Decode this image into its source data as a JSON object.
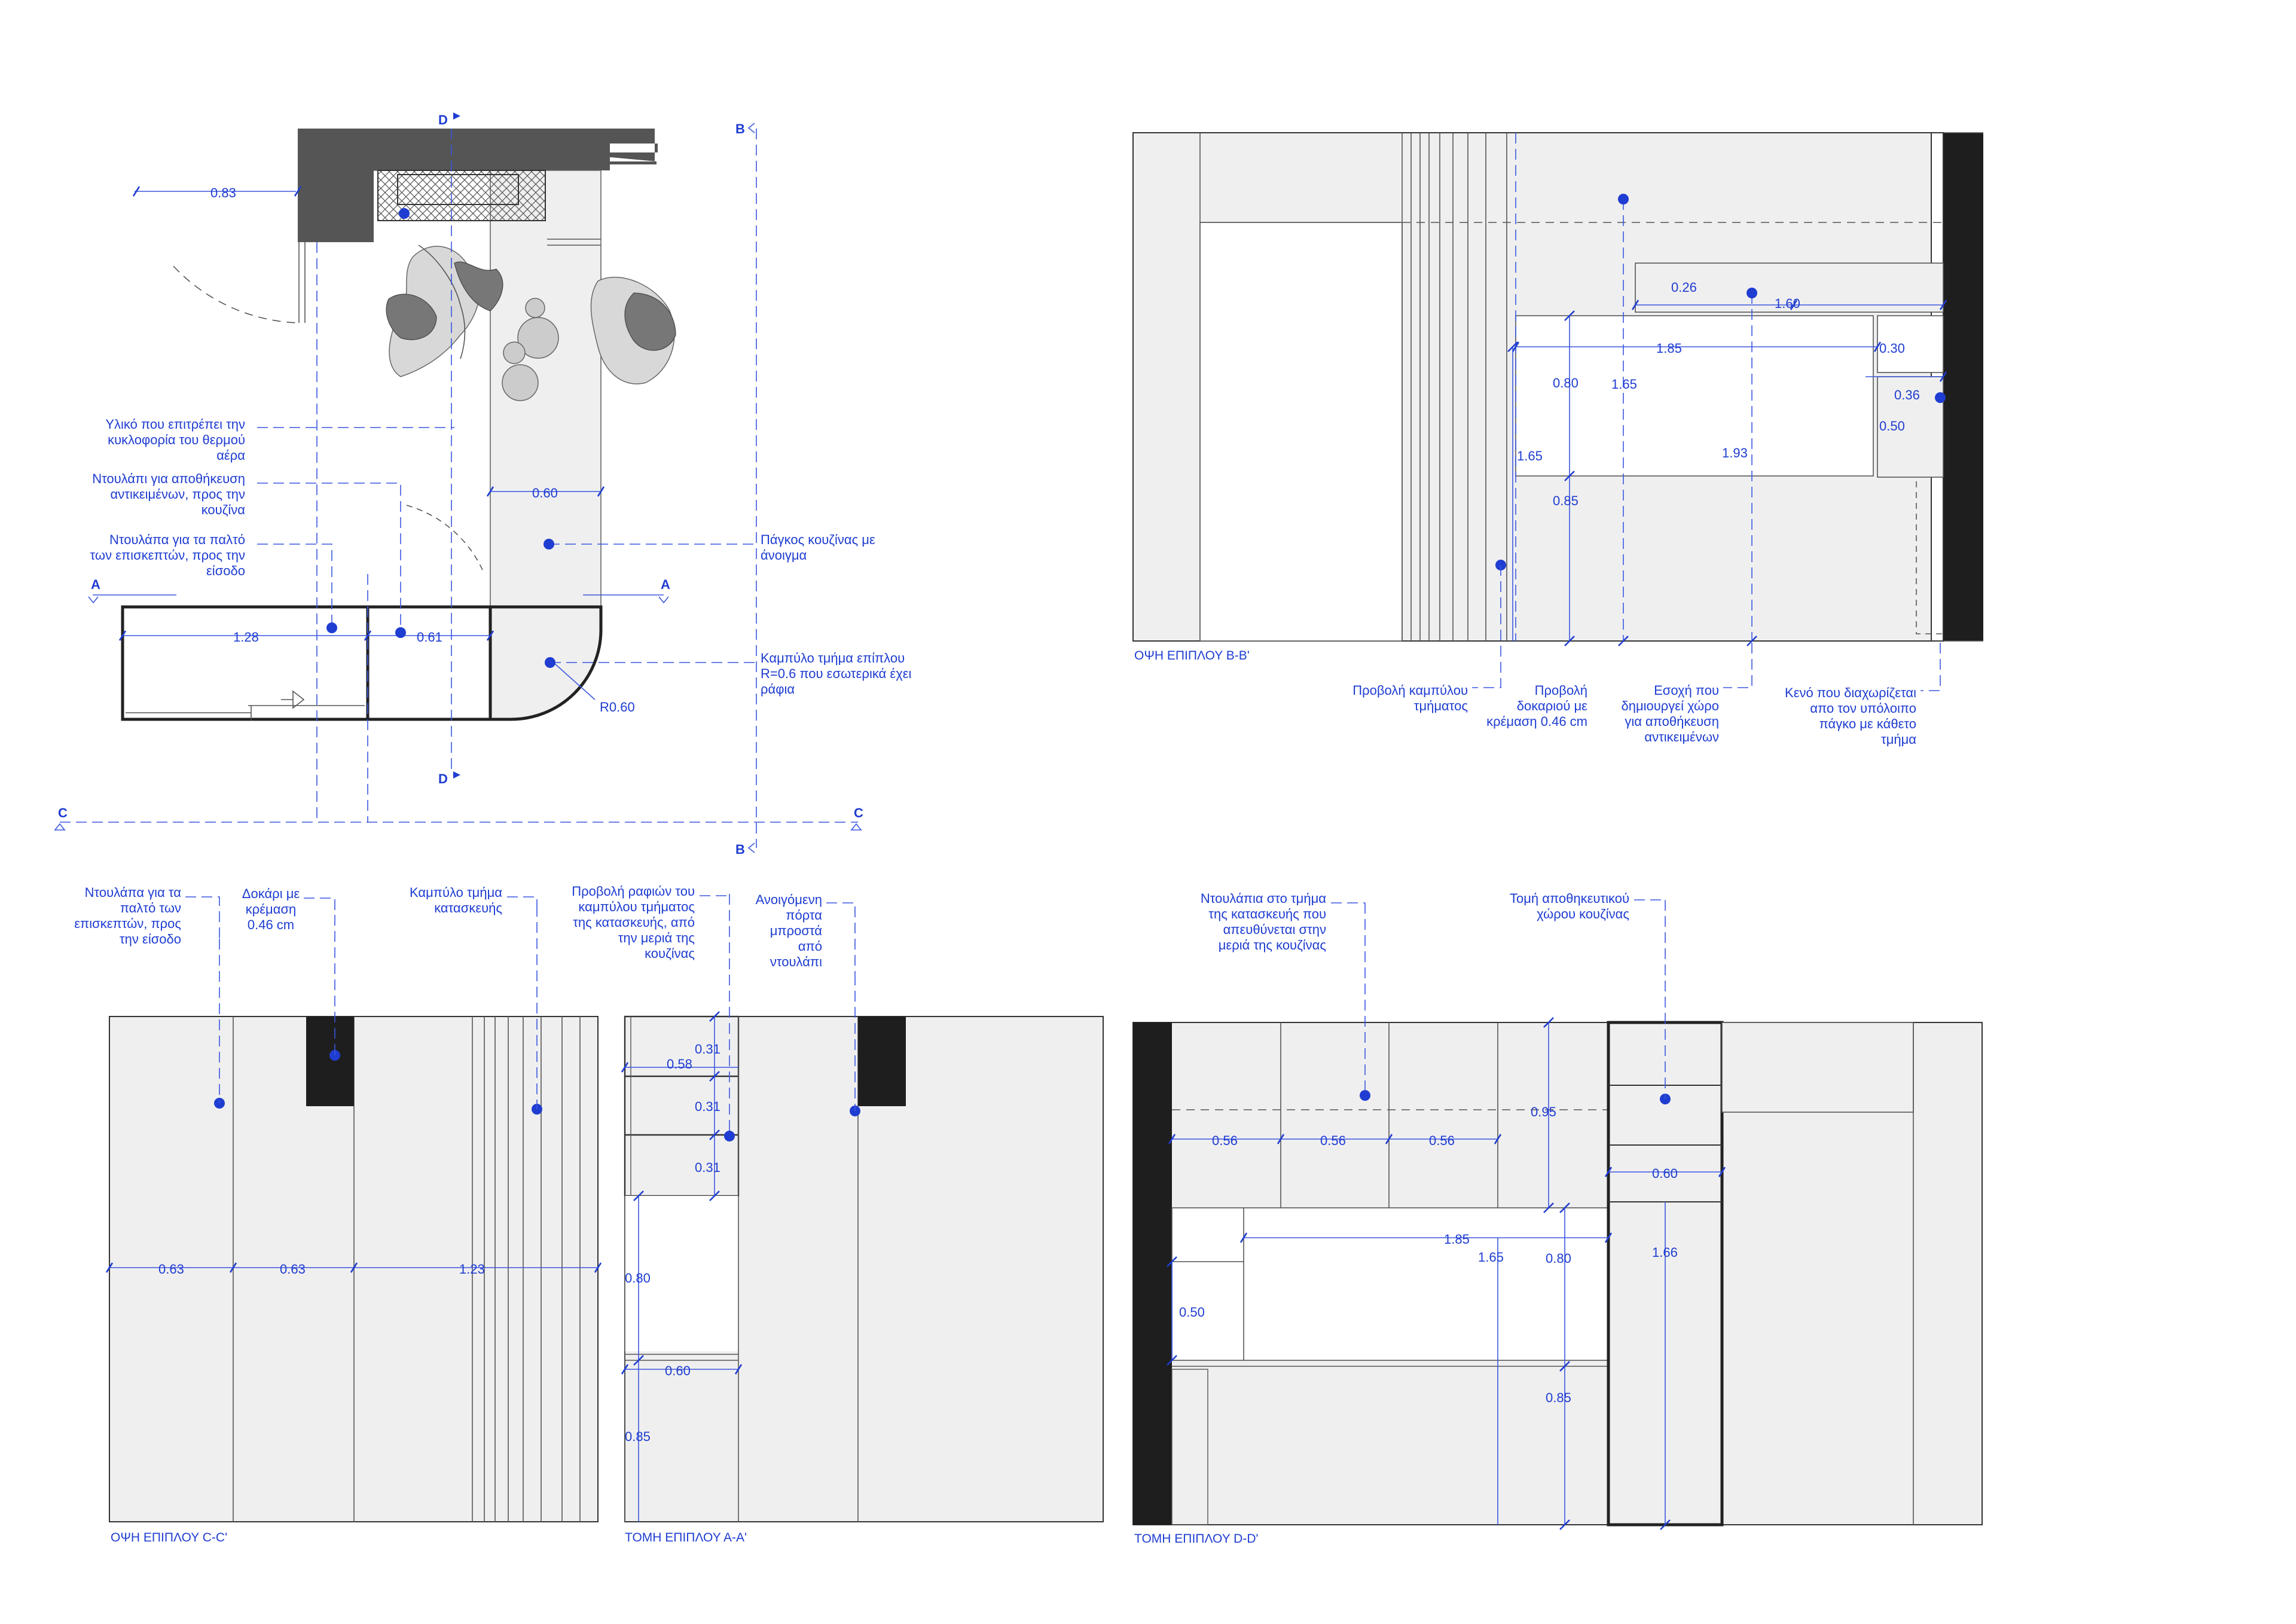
{
  "plan": {
    "section_marks": {
      "a": "A",
      "b": "B",
      "c": "C",
      "d": "D"
    },
    "dims": {
      "door": "0.83",
      "counter": "0.60",
      "bench": "1.28",
      "cab": "0.61",
      "radius": "R0.60"
    },
    "notes": [
      [
        "Υλικό που επιτρέπει την",
        "κυκλοφορία του θερμού",
        "αέρα"
      ],
      [
        "Ντουλάπι για αποθήκευση",
        "αντικειμένων, προς την",
        "κουζίνα"
      ],
      [
        "Ντουλάπα για τα παλτό",
        "των επισκεπτών, προς την",
        "είσοδο"
      ],
      [
        "Πάγκος κουζίνας με",
        "άνοιγμα"
      ],
      [
        "Καμπύλο τμήμα επίπλου",
        "R=0.6 που εσωτερικά έχει",
        "ράφια"
      ]
    ]
  },
  "elev_bb": {
    "title": "ΟΨΗ ΕΠΙΠΛΟΥ Β-Β'",
    "dims": {
      "d026": "0.26",
      "d160": "1.60",
      "d185": "1.85",
      "d030": "0.30",
      "d080": "0.80",
      "d165a": "1.65",
      "d036": "0.36",
      "d050": "0.50",
      "d165b": "1.65",
      "d193": "1.93",
      "d085": "0.85"
    },
    "notes": [
      [
        "Προβολή καμπύλου",
        "τμήματος"
      ],
      [
        "Προβολή",
        "δοκαριού με",
        "κρέμαση 0.46 cm"
      ],
      [
        "Εσοχή που",
        "δημιουργεί χώρο",
        "για αποθήκευση",
        "αντικειμένων"
      ],
      [
        "Κενό που διαχωρίζεται",
        "απο τον υπόλοιπο",
        "πάγκο με κάθετο",
        "τμήμα"
      ]
    ]
  },
  "elev_cc": {
    "title": "ΟΨΗ ΕΠΙΠΛΟΥ C-C'",
    "dims": {
      "d063a": "0.63",
      "d063b": "0.63",
      "d123": "1.23"
    },
    "notes": [
      [
        "Ντουλάπα για τα",
        "παλτό των",
        "επισκεπτών, προς",
        "την είσοδο"
      ],
      [
        "Δοκάρι με",
        "κρέμαση",
        "0.46 cm"
      ],
      [
        "Καμπύλο τμήμα",
        "κατασκευής"
      ]
    ]
  },
  "section_aa": {
    "title": "ΤΟΜΗ ΕΠΙΠΛΟΥ Α-Α'",
    "dims": {
      "d031a": "0.31",
      "d058": "0.58",
      "d031b": "0.31",
      "d031c": "0.31",
      "d080": "0.80",
      "d060": "0.60",
      "d085": "0.85"
    },
    "notes": [
      [
        "Προβολή ραφιών του",
        "καμπύλου τμήματος",
        "της κατασκευής, από",
        "την μεριά της",
        "κουζίνας"
      ],
      [
        "Ανοιγόμενη",
        "πόρτα",
        "μπροστά",
        "από",
        "ντουλάπι"
      ]
    ]
  },
  "section_dd": {
    "title": "ΤΟΜΗ ΕΠΙΠΛΟΥ D-D'",
    "dims": {
      "d056a": "0.56",
      "d056b": "0.56",
      "d056c": "0.56",
      "d095": "0.95",
      "d060": "0.60",
      "d185": "1.85",
      "d165": "1.65",
      "d080": "0.80",
      "d166": "1.66",
      "d050": "0.50",
      "d085": "0.85"
    },
    "notes": [
      [
        "Ντουλάπια στο τμήμα",
        "της κατασκευής που",
        "απευθύνεται στην",
        "μεριά της κουζίνας"
      ],
      [
        "Τομή αποθηκευτικού",
        "χώρου κουζίνας"
      ]
    ]
  },
  "colors": {
    "annotation": "#1f3dd1",
    "fill": "#efefef",
    "dark": "#1e1e1e",
    "wall": "#555555"
  }
}
